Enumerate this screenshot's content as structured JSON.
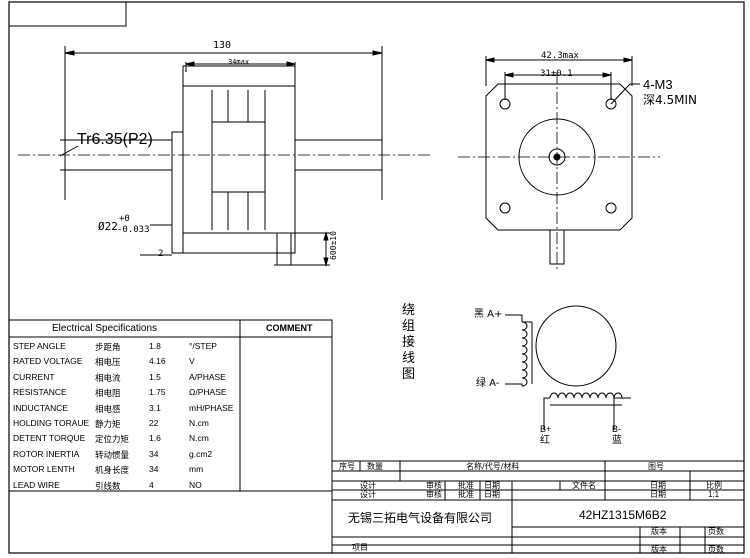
{
  "drawing": {
    "dim_130": "130",
    "dim_34max": "34max",
    "thread": "Tr6.35(P2)",
    "shaft_dia_main": "Ø22",
    "shaft_dia_plus": "+0",
    "shaft_dia_minus": "-0.033",
    "dim_2": "2",
    "dim_shaft": "600±10",
    "dim_42max": "42.3max",
    "dim_31": "31±0.1",
    "holes": "4-M3",
    "holes_depth": "深4.5MIN"
  },
  "wiring": {
    "title": [
      "绕",
      "组",
      "接",
      "线",
      "图"
    ],
    "a_plus": "黑 A+",
    "a_minus": "绿 A-",
    "b_plus_label": "B+",
    "b_plus_color": "红",
    "b_minus_label": "B-",
    "b_minus_color": "蓝"
  },
  "specs": {
    "title": "Electrical Specifications",
    "comment": "COMMENT",
    "rows": [
      {
        "en": "STEP ANGLE",
        "cn": "步距角",
        "value": "1.8",
        "unit": "°/STEP"
      },
      {
        "en": "RATED VOLTAGE",
        "cn": "相电压",
        "value": "4.16",
        "unit": "V"
      },
      {
        "en": "CURRENT",
        "cn": "相电流",
        "value": "1.5",
        "unit": "A/PHASE"
      },
      {
        "en": "RESISTANCE",
        "cn": "相电阻",
        "value": "1.75",
        "unit": "Ω/PHASE"
      },
      {
        "en": "INDUCTANCE",
        "cn": "相电感",
        "value": "3.1",
        "unit": "mH/PHASE"
      },
      {
        "en": "HOLDING TORAUE",
        "cn": "静力矩",
        "value": "22",
        "unit": "N.cm"
      },
      {
        "en": "DETENT TORQUE",
        "cn": "定位力矩",
        "value": "1.6",
        "unit": "N.cm"
      },
      {
        "en": "ROTOR INERTIA",
        "cn": "转动惯量",
        "value": "34",
        "unit": "g.cm2"
      },
      {
        "en": "MOTOR LENTH",
        "cn": "机身长度",
        "value": "34",
        "unit": "mm"
      },
      {
        "en": "LEAD WIRE",
        "cn": "引线数",
        "value": "4",
        "unit": "NO"
      }
    ]
  },
  "titleblock": {
    "seq": "序号",
    "qty": "数量",
    "name": "名称/代号/材料",
    "figno": "图号",
    "design": "设计",
    "review": "审核",
    "approve": "批准",
    "date": "日期",
    "filename": "文件名",
    "scale": "比例",
    "scale_val": "1:1",
    "company": "无锡三拓电气设备有限公司",
    "model": "42HZ1315M6B2",
    "version": "版本",
    "pages": "页数",
    "project": "项目"
  }
}
